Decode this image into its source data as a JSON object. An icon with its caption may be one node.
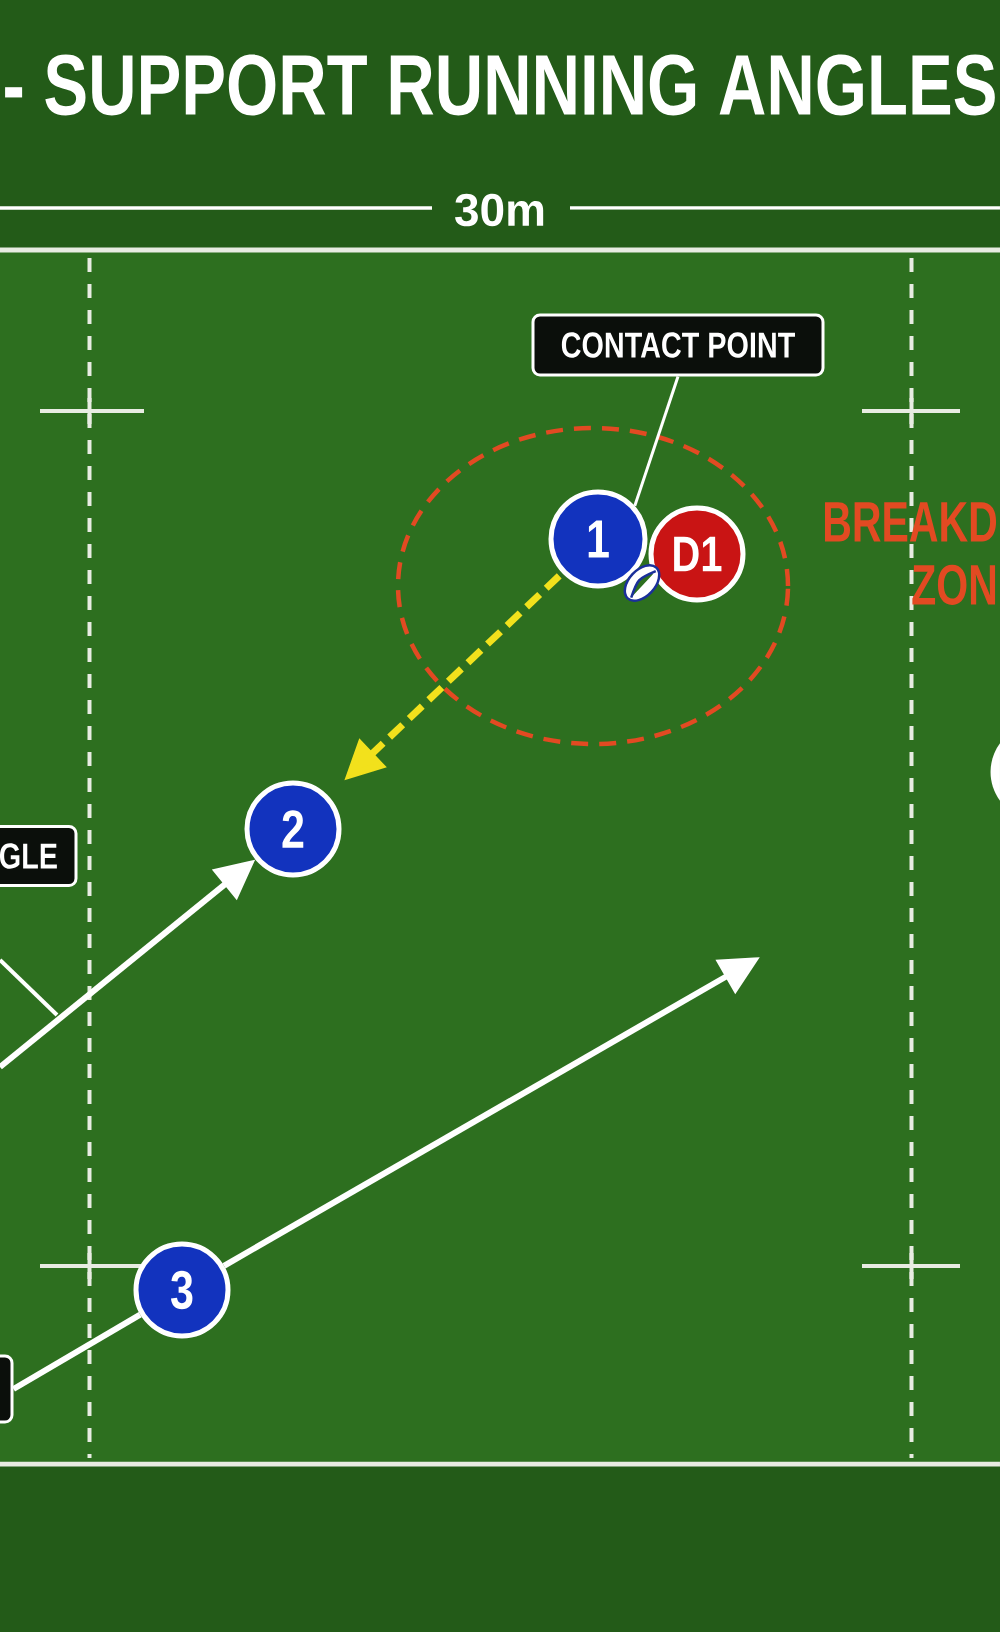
{
  "diagram": {
    "title": "- SUPPORT RUNNING ANGLES",
    "nodes": [
      {
        "text": [
          "CONTACT POINT"
        ]
      },
      {
        "text": [],
        "shape": "circle",
        "beside": [
          "BREAKD ZON"
        ]
      },
      {
        "text": [
          "1"
        ],
        "in": 1
      },
      {
        "text": [
          "D1"
        ],
        "in": 1
      },
      {
        "text": [],
        "shape": "circle"
      },
      {
        "text": [
          "GLE"
        ]
      },
      {
        "text": [
          "2"
        ]
      },
      {
        "text": [
          "3"
        ]
      },
      {
        "text": [],
        "shape": "box"
      }
    ],
    "edges": [
      {
        "from": 0,
        "to": 2,
        "arrow": "none"
      },
      {
        "from": 2,
        "to": 6,
        "arrow": "to",
        "style": "dashed",
        "color": "#f2e11c"
      },
      {
        "from": null,
        "to": 6,
        "arrow": "to"
      },
      {
        "from": 8,
        "to": 7,
        "arrow": "none"
      },
      {
        "from": 7,
        "to": null,
        "arrow": "to"
      }
    ],
    "labels": [
      "30m"
    ]
  }
}
